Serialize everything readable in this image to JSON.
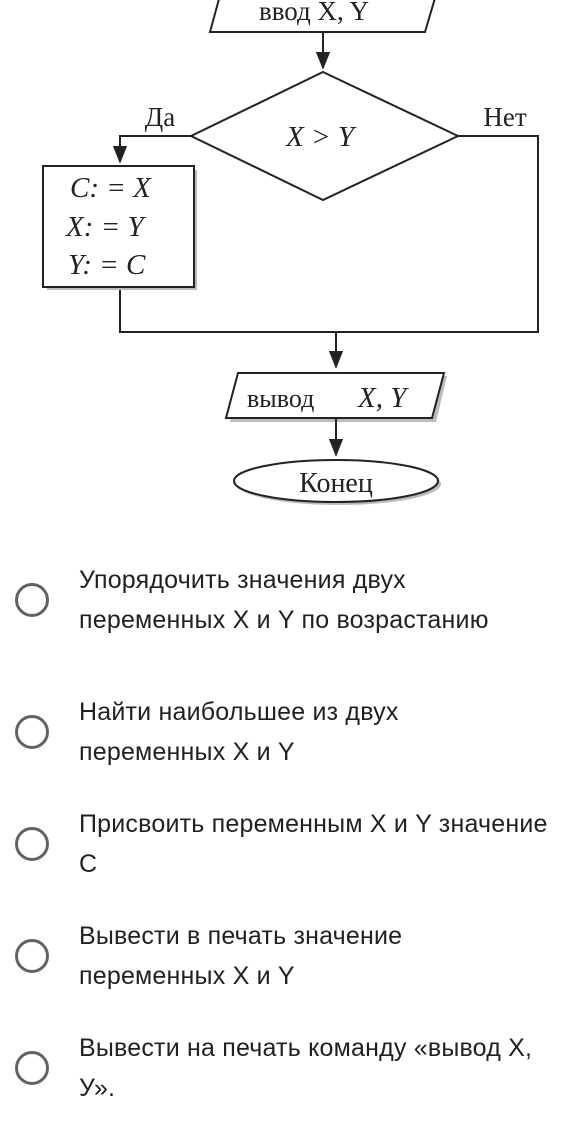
{
  "flowchart": {
    "input_block": "ввод X, Y",
    "condition": "X > Y",
    "yes_label": "Да",
    "no_label": "Нет",
    "swap_lines": [
      "C: = X",
      "X: = Y",
      "Y: = C"
    ],
    "output_block_word": "вывод",
    "output_block_vars": "X, Y",
    "end_block": "Конец"
  },
  "options": [
    {
      "label": "Упорядочить значения двух переменных X и Y по возрастанию",
      "selected": false
    },
    {
      "label": "Найти наибольшее из двух переменных X и Y",
      "selected": false
    },
    {
      "label": "Присвоить переменным X и Y значение C",
      "selected": false
    },
    {
      "label": "Вывести в печать значение переменных X и Y",
      "selected": false
    },
    {
      "label": "Вывести на печать команду «вывод X, У».",
      "selected": false
    }
  ],
  "colors": {
    "line": "#222222",
    "text": "#202124",
    "radio_border": "#5f6368"
  }
}
